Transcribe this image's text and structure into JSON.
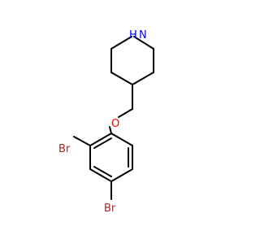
{
  "molecule": {
    "atoms": {
      "nitrogen": {
        "label": "N",
        "hydrogen": "H",
        "color": "#0000ff"
      },
      "oxygen": {
        "label": "O",
        "color": "#ff0000"
      },
      "bromine_1": {
        "label": "Br",
        "color": "#a52a2a"
      },
      "bromine_2": {
        "label": "Br",
        "color": "#a52a2a"
      }
    },
    "bond_color": "#000000"
  }
}
